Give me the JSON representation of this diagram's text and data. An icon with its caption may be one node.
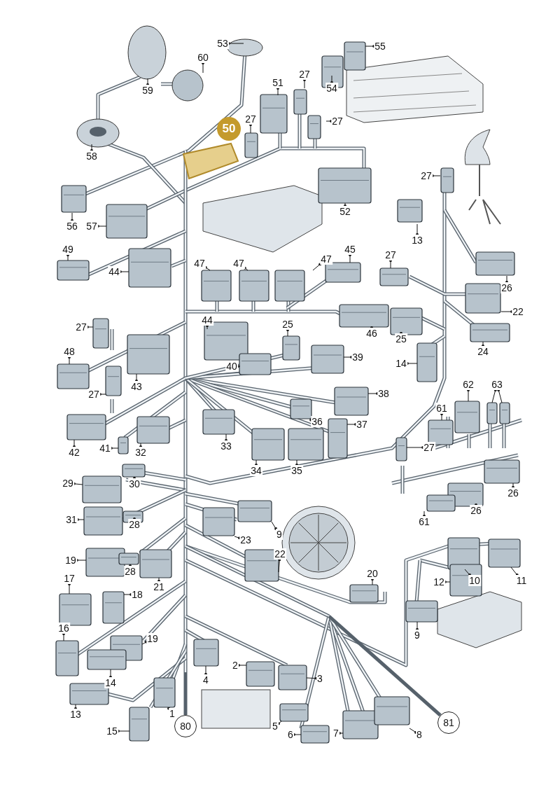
{
  "diagram": {
    "nodes": [
      {
        "text": [
          "53"
        ]
      },
      {
        "text": [
          "55"
        ]
      },
      {
        "text": [
          "60"
        ]
      },
      {
        "text": [
          "59"
        ]
      },
      {
        "text": [
          "51"
        ]
      },
      {
        "text": [
          "27"
        ]
      },
      {
        "text": [
          "54"
        ]
      },
      {
        "text": [
          "27"
        ]
      },
      {
        "text": [
          "27"
        ]
      },
      {
        "text": [
          "50"
        ]
      },
      {
        "text": [
          "58"
        ]
      },
      {
        "text": [
          "52"
        ]
      },
      {
        "text": [
          "27"
        ]
      },
      {
        "text": [
          "13"
        ]
      },
      {
        "text": [
          "56"
        ]
      },
      {
        "text": [
          "57"
        ]
      },
      {
        "text": [
          "49"
        ]
      },
      {
        "text": [
          "44"
        ]
      },
      {
        "text": [
          "47"
        ]
      },
      {
        "text": [
          "47"
        ]
      },
      {
        "text": [
          "47"
        ]
      },
      {
        "text": [
          "45"
        ]
      },
      {
        "text": [
          "27"
        ]
      },
      {
        "text": [
          "26"
        ]
      },
      {
        "text": [
          "22"
        ]
      },
      {
        "text": [
          "44"
        ]
      },
      {
        "text": [
          "25"
        ]
      },
      {
        "text": [
          "46"
        ]
      },
      {
        "text": [
          "25"
        ]
      },
      {
        "text": [
          "24"
        ]
      },
      {
        "text": [
          "27"
        ]
      },
      {
        "text": [
          "48"
        ]
      },
      {
        "text": [
          "40"
        ]
      },
      {
        "text": [
          "39"
        ]
      },
      {
        "text": [
          "14"
        ]
      },
      {
        "text": [
          "43"
        ]
      },
      {
        "text": [
          "27"
        ]
      },
      {
        "text": [
          "38"
        ]
      },
      {
        "text": [
          "62"
        ]
      },
      {
        "text": [
          "63"
        ]
      },
      {
        "text": [
          "61"
        ]
      },
      {
        "text": [
          "36"
        ]
      },
      {
        "text": [
          "37"
        ]
      },
      {
        "text": [
          "27"
        ]
      },
      {
        "text": [
          "42"
        ]
      },
      {
        "text": [
          "41"
        ]
      },
      {
        "text": [
          "32"
        ]
      },
      {
        "text": [
          "33"
        ]
      },
      {
        "text": [
          "34"
        ]
      },
      {
        "text": [
          "35"
        ]
      },
      {
        "text": [
          "29"
        ]
      },
      {
        "text": [
          "30"
        ]
      },
      {
        "text": [
          "26"
        ]
      },
      {
        "text": [
          "26"
        ]
      },
      {
        "text": [
          "61"
        ]
      },
      {
        "text": [
          "31"
        ]
      },
      {
        "text": [
          "28"
        ]
      },
      {
        "text": [
          "23"
        ]
      },
      {
        "text": [
          "9"
        ]
      },
      {
        "text": [
          "22"
        ]
      },
      {
        "text": [
          "19"
        ]
      },
      {
        "text": [
          "28"
        ]
      },
      {
        "text": [
          "21"
        ]
      },
      {
        "text": [
          "20"
        ]
      },
      {
        "text": [
          "10"
        ]
      },
      {
        "text": [
          "11"
        ]
      },
      {
        "text": [
          "12"
        ]
      },
      {
        "text": [
          "17"
        ]
      },
      {
        "text": [
          "18"
        ]
      },
      {
        "text": [
          "16"
        ]
      },
      {
        "text": [
          "19"
        ]
      },
      {
        "text": [
          "9"
        ]
      },
      {
        "text": [
          "14"
        ]
      },
      {
        "text": [
          "4"
        ]
      },
      {
        "text": [
          "2"
        ]
      },
      {
        "text": [
          "3"
        ]
      },
      {
        "text": [
          "13"
        ]
      },
      {
        "text": [
          "1"
        ]
      },
      {
        "text": [
          "15"
        ]
      },
      {
        "text": [
          "5"
        ]
      },
      {
        "text": [
          "6"
        ]
      },
      {
        "text": [
          "7"
        ]
      },
      {
        "text": [
          "8"
        ]
      },
      {
        "text": [
          "80"
        ]
      },
      {
        "text": [
          "81"
        ]
      }
    ],
    "edges": [
      {
        "from": 0,
        "to": null,
        "arrow": "other"
      },
      {
        "from": 1,
        "to": null,
        "arrow": "other"
      },
      {
        "from": 2,
        "to": null,
        "arrow": "other"
      },
      {
        "from": 3,
        "to": null,
        "arrow": "other"
      },
      {
        "from": 4,
        "to": null,
        "arrow": "other"
      },
      {
        "from": 5,
        "to": null,
        "arrow": "other"
      },
      {
        "from": 6,
        "to": null,
        "arrow": "other"
      },
      {
        "from": 7,
        "to": null,
        "arrow": "other"
      },
      {
        "from": 8,
        "to": null,
        "arrow": "other"
      },
      {
        "from": 10,
        "to": null,
        "arrow": "other"
      },
      {
        "from": 11,
        "to": null,
        "arrow": "other"
      },
      {
        "from": 12,
        "to": null,
        "arrow": "other"
      },
      {
        "from": 13,
        "to": null,
        "arrow": "other"
      },
      {
        "from": 14,
        "to": null,
        "arrow": "other"
      },
      {
        "from": 15,
        "to": null,
        "arrow": "other"
      },
      {
        "from": 16,
        "to": null,
        "arrow": "other"
      },
      {
        "from": 17,
        "to": null,
        "arrow": "other"
      },
      {
        "from": 18,
        "to": null,
        "arrow": "other"
      },
      {
        "from": 19,
        "to": null,
        "arrow": "other"
      },
      {
        "from": 20,
        "to": null,
        "arrow": "other"
      },
      {
        "from": 21,
        "to": null,
        "arrow": "other"
      },
      {
        "from": 22,
        "to": null,
        "arrow": "other"
      },
      {
        "from": 23,
        "to": null,
        "arrow": "other"
      },
      {
        "from": 24,
        "to": null,
        "arrow": "other"
      },
      {
        "from": 25,
        "to": null,
        "arrow": "other"
      },
      {
        "from": 26,
        "to": null,
        "arrow": "other"
      },
      {
        "from": 27,
        "to": null,
        "arrow": "other"
      },
      {
        "from": 28,
        "to": null,
        "arrow": "other"
      },
      {
        "from": 29,
        "to": null,
        "arrow": "other"
      },
      {
        "from": 30,
        "to": null,
        "arrow": "other"
      },
      {
        "from": 31,
        "to": null,
        "arrow": "other"
      },
      {
        "from": 32,
        "to": null,
        "arrow": "other"
      },
      {
        "from": 33,
        "to": null,
        "arrow": "other"
      },
      {
        "from": 34,
        "to": null,
        "arrow": "other"
      },
      {
        "from": 35,
        "to": null,
        "arrow": "other"
      },
      {
        "from": 36,
        "to": null,
        "arrow": "other"
      },
      {
        "from": 37,
        "to": null,
        "arrow": "other"
      },
      {
        "from": 38,
        "to": null,
        "arrow": "other"
      },
      {
        "from": 39,
        "to": null,
        "arrow": "other"
      },
      {
        "from": 39,
        "to": null,
        "arrow": "other"
      },
      {
        "from": 40,
        "to": null,
        "arrow": "other"
      },
      {
        "from": 41,
        "to": null,
        "arrow": "other"
      },
      {
        "from": 42,
        "to": null,
        "arrow": "other"
      },
      {
        "from": 43,
        "to": null,
        "arrow": "other"
      },
      {
        "from": 44,
        "to": null,
        "arrow": "other"
      },
      {
        "from": 45,
        "to": null,
        "arrow": "other"
      },
      {
        "from": 46,
        "to": null,
        "arrow": "other"
      },
      {
        "from": 47,
        "to": null,
        "arrow": "other"
      },
      {
        "from": 48,
        "to": null,
        "arrow": "other"
      },
      {
        "from": 49,
        "to": null,
        "arrow": "other"
      },
      {
        "from": 50,
        "to": null,
        "arrow": "other"
      },
      {
        "from": 51,
        "to": null,
        "arrow": "other"
      },
      {
        "from": 52,
        "to": null,
        "arrow": "other"
      },
      {
        "from": 53,
        "to": null,
        "arrow": "other"
      },
      {
        "from": 54,
        "to": null,
        "arrow": "other"
      },
      {
        "from": 55,
        "to": null,
        "arrow": "other"
      },
      {
        "from": 56,
        "to": null,
        "arrow": "other"
      },
      {
        "from": 57,
        "to": null,
        "arrow": "other"
      },
      {
        "from": 58,
        "to": null,
        "arrow": "other"
      },
      {
        "from": 59,
        "to": null,
        "arrow": "other"
      },
      {
        "from": 60,
        "to": null,
        "arrow": "other"
      },
      {
        "from": 61,
        "to": null,
        "arrow": "other"
      },
      {
        "from": 62,
        "to": null,
        "arrow": "other"
      },
      {
        "from": 63,
        "to": null,
        "arrow": "other"
      },
      {
        "from": 64,
        "to": null,
        "arrow": "other"
      },
      {
        "from": 65,
        "to": null,
        "arrow": "other"
      },
      {
        "from": 66,
        "to": null,
        "arrow": "other"
      },
      {
        "from": 67,
        "to": null,
        "arrow": "other"
      },
      {
        "from": 68,
        "to": null,
        "arrow": "other"
      },
      {
        "from": 69,
        "to": null,
        "arrow": "other"
      },
      {
        "from": 70,
        "to": null,
        "arrow": "other"
      },
      {
        "from": 71,
        "to": null,
        "arrow": "other"
      },
      {
        "from": 72,
        "to": null,
        "arrow": "other"
      },
      {
        "from": 73,
        "to": null,
        "arrow": "other"
      },
      {
        "from": 74,
        "to": null,
        "arrow": "other"
      },
      {
        "from": 75,
        "to": null,
        "arrow": "other"
      },
      {
        "from": 76,
        "to": null,
        "arrow": "other"
      },
      {
        "from": 77,
        "to": null,
        "arrow": "other"
      },
      {
        "from": 78,
        "to": null,
        "arrow": "other"
      },
      {
        "from": 79,
        "to": null,
        "arrow": "other"
      },
      {
        "from": 80,
        "to": null,
        "arrow": "other"
      },
      {
        "from": 81,
        "to": null,
        "arrow": "other"
      },
      {
        "from": 82,
        "to": null,
        "arrow": "other"
      },
      {
        "from": null,
        "to": 83,
        "arrow": "none",
        "style": "thick",
        "color": "#56616b"
      },
      {
        "from": null,
        "to": 84,
        "arrow": "none",
        "style": "thick",
        "color": "#56616b"
      }
    ]
  }
}
